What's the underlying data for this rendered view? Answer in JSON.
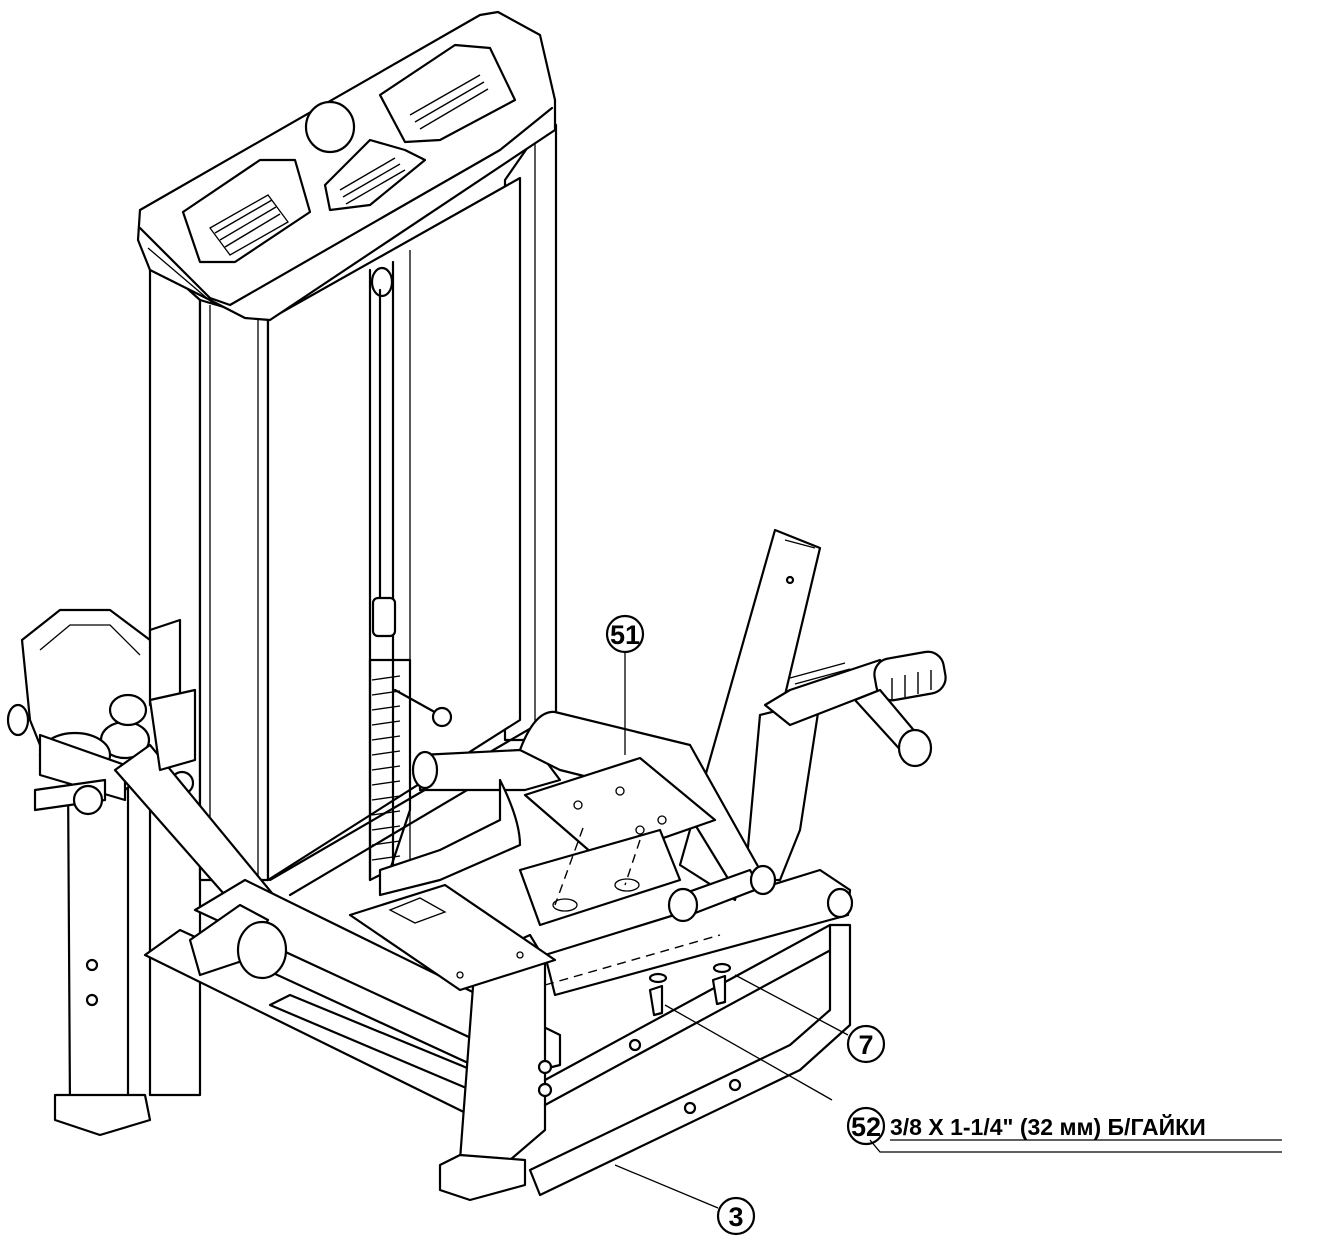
{
  "callouts": [
    {
      "id": "51",
      "label": "51"
    },
    {
      "id": "7",
      "label": "7"
    },
    {
      "id": "52",
      "label": "52"
    },
    {
      "id": "3",
      "label": "3"
    }
  ],
  "spec": {
    "bolt_text": "3/8 X 1-1/4\" (32 мм) Б/ГАЙКИ"
  },
  "colors": {
    "line": "#000000",
    "background": "#ffffff"
  }
}
